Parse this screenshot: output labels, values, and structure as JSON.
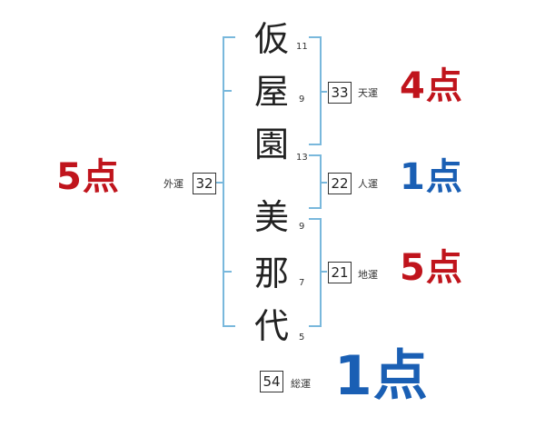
{
  "surname": [
    {
      "char": "仮",
      "strokes": "11"
    },
    {
      "char": "屋",
      "strokes": "9"
    },
    {
      "char": "園",
      "strokes": "13"
    }
  ],
  "given": [
    {
      "char": "美",
      "strokes": "9"
    },
    {
      "char": "那",
      "strokes": "7"
    },
    {
      "char": "代",
      "strokes": "5"
    }
  ],
  "gaiun": {
    "label": "外運",
    "value": "32",
    "score": "5点"
  },
  "tenun": {
    "label": "天運",
    "value": "33",
    "score": "4点"
  },
  "jinun": {
    "label": "人運",
    "value": "22",
    "score": "1点"
  },
  "chiun": {
    "label": "地運",
    "value": "21",
    "score": "5点"
  },
  "souun": {
    "label": "総運",
    "value": "54",
    "score": "1点"
  },
  "colors": {
    "good": "#c0141c",
    "bad": "#1a5fb4",
    "bracket": "#79b8dc"
  }
}
